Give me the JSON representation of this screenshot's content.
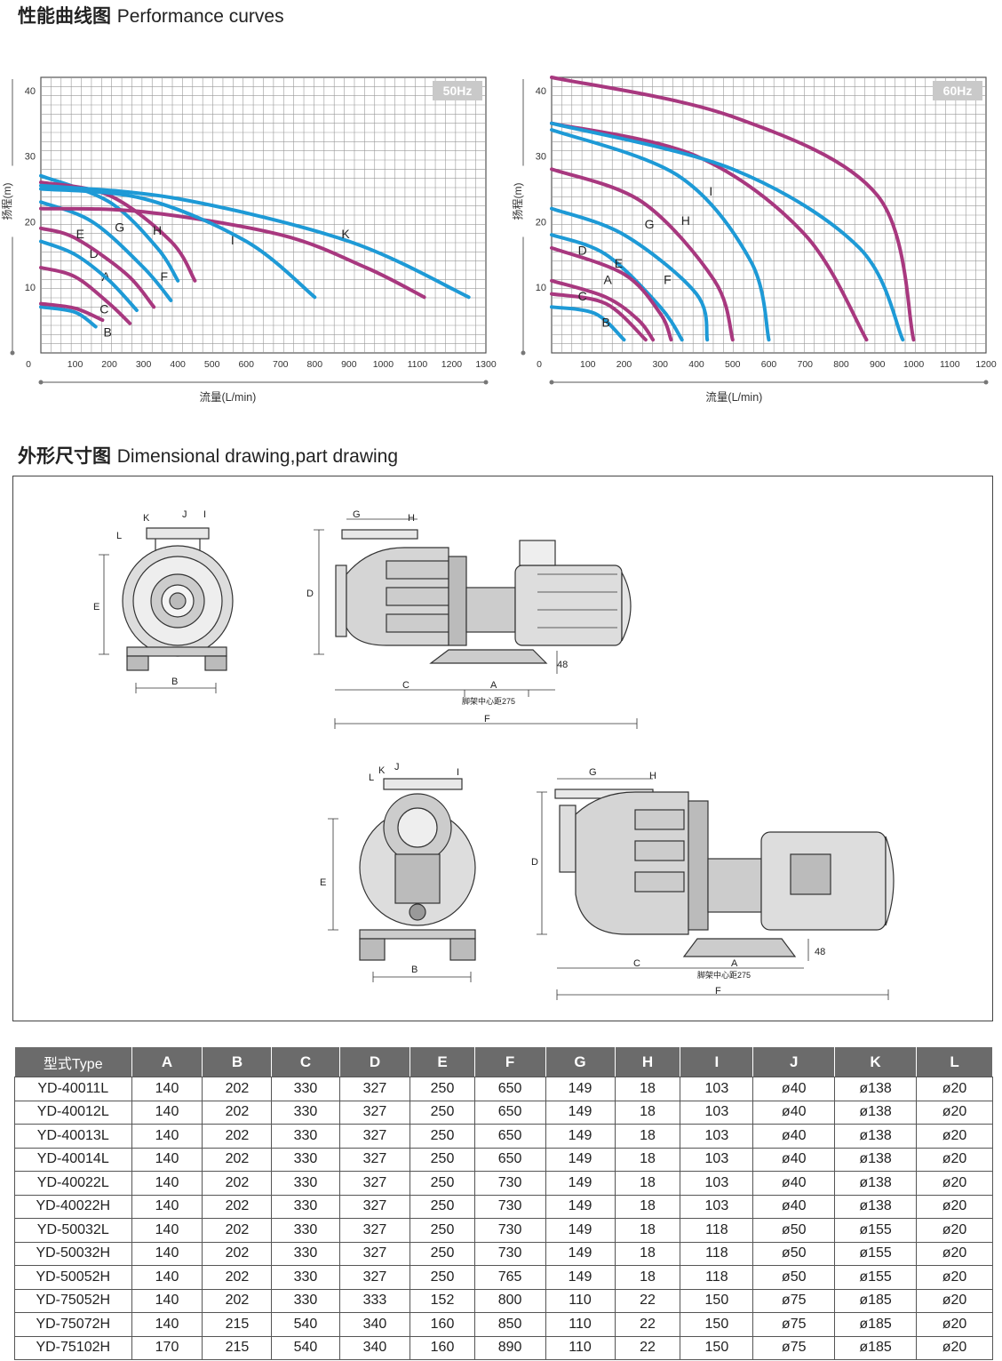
{
  "section1": {
    "zh": "性能曲线图",
    "en": "Performance curves"
  },
  "section2": {
    "zh": "外形尺寸图",
    "en": "Dimensional drawing,part drawing"
  },
  "charts_common": {
    "ylabel": "扬程(m)",
    "xlabel": "流量(L/min)",
    "colors": {
      "blue": "#1e9ad6",
      "magenta": "#a8387f",
      "grid": "#999999",
      "badge": "#c9c9c9"
    }
  },
  "chart_data": [
    {
      "type": "line",
      "badge": "50Hz",
      "xlabel": "流量(L/min)",
      "ylabel": "扬程(m)",
      "xlim": [
        0,
        1300
      ],
      "ylim": [
        0,
        42
      ],
      "xticks": [
        0,
        100,
        200,
        300,
        400,
        500,
        600,
        700,
        800,
        900,
        1000,
        1100,
        1200,
        1300
      ],
      "yticks": [
        10,
        20,
        30,
        40
      ],
      "series": [
        {
          "name": "A",
          "color": "magenta",
          "points": [
            [
              0,
              13
            ],
            [
              100,
              11.6
            ],
            [
              200,
              7.5
            ],
            [
              260,
              4.5
            ]
          ],
          "label_at": [
            190,
            11
          ]
        },
        {
          "name": "B",
          "color": "blue",
          "points": [
            [
              0,
              7
            ],
            [
              100,
              6.2
            ],
            [
              160,
              4
            ]
          ],
          "label_at": [
            195,
            2.5
          ]
        },
        {
          "name": "C",
          "color": "magenta",
          "points": [
            [
              0,
              7.5
            ],
            [
              100,
              6.8
            ],
            [
              180,
              5
            ]
          ],
          "label_at": [
            185,
            6
          ]
        },
        {
          "name": "D",
          "color": "blue",
          "points": [
            [
              0,
              17
            ],
            [
              100,
              15
            ],
            [
              200,
              11
            ],
            [
              280,
              6.5
            ]
          ],
          "label_at": [
            155,
            14.5
          ]
        },
        {
          "name": "E",
          "color": "magenta",
          "points": [
            [
              0,
              19
            ],
            [
              100,
              17.5
            ],
            [
              250,
              12
            ],
            [
              330,
              7
            ]
          ],
          "label_at": [
            115,
            17.5
          ]
        },
        {
          "name": "F",
          "color": "blue",
          "points": [
            [
              0,
              23
            ],
            [
              150,
              20
            ],
            [
              300,
              13
            ],
            [
              380,
              8
            ]
          ],
          "label_at": [
            360,
            11
          ]
        },
        {
          "name": "G",
          "color": "blue",
          "points": [
            [
              0,
              27
            ],
            [
              200,
              23
            ],
            [
              340,
              16
            ],
            [
              400,
              11
            ]
          ],
          "label_at": [
            230,
            18.5
          ]
        },
        {
          "name": "H",
          "color": "magenta",
          "points": [
            [
              0,
              26
            ],
            [
              200,
              24
            ],
            [
              380,
              17
            ],
            [
              450,
              11
            ]
          ],
          "label_at": [
            340,
            18
          ]
        },
        {
          "name": "I",
          "color": "magenta",
          "points": [
            [
              0,
              22
            ],
            [
              300,
              21.5
            ],
            [
              700,
              18
            ],
            [
              950,
              13
            ],
            [
              1120,
              8.5
            ]
          ],
          "label_at": [
            560,
            16.5
          ]
        },
        {
          "name": "I2",
          "color": "blue",
          "points": [
            [
              0,
              25
            ],
            [
              300,
              23.5
            ],
            [
              600,
              17
            ],
            [
              800,
              8.5
            ]
          ],
          "label_at": null
        },
        {
          "name": "K",
          "color": "blue",
          "points": [
            [
              0,
              25.5
            ],
            [
              400,
              23.5
            ],
            [
              900,
              17
            ],
            [
              1250,
              8.5
            ]
          ],
          "label_at": [
            890,
            17.5
          ]
        }
      ]
    },
    {
      "type": "line",
      "badge": "60Hz",
      "xlabel": "流量(L/min)",
      "ylabel": "扬程(m)",
      "xlim": [
        0,
        1200
      ],
      "ylim": [
        0,
        42
      ],
      "xticks": [
        0,
        100,
        200,
        300,
        400,
        500,
        600,
        700,
        800,
        900,
        1000,
        1100,
        1200
      ],
      "yticks": [
        10,
        20,
        30,
        40
      ],
      "series": [
        {
          "name": "A",
          "color": "magenta",
          "points": [
            [
              0,
              11
            ],
            [
              150,
              8.5
            ],
            [
              240,
              5
            ],
            [
              280,
              2
            ]
          ],
          "label_at": [
            155,
            10.5
          ]
        },
        {
          "name": "B",
          "color": "blue",
          "points": [
            [
              0,
              7
            ],
            [
              120,
              6
            ],
            [
              200,
              2
            ]
          ],
          "label_at": [
            150,
            4
          ]
        },
        {
          "name": "C",
          "color": "magenta",
          "points": [
            [
              0,
              9
            ],
            [
              150,
              7.5
            ],
            [
              260,
              2
            ]
          ],
          "label_at": [
            85,
            8
          ]
        },
        {
          "name": "D",
          "color": "blue",
          "points": [
            [
              0,
              18
            ],
            [
              150,
              15
            ],
            [
              300,
              7
            ],
            [
              360,
              2
            ]
          ],
          "label_at": [
            85,
            15
          ]
        },
        {
          "name": "E",
          "color": "magenta",
          "points": [
            [
              0,
              16
            ],
            [
              200,
              12
            ],
            [
              300,
              6
            ],
            [
              330,
              2
            ]
          ],
          "label_at": [
            185,
            13
          ]
        },
        {
          "name": "F",
          "color": "blue",
          "points": [
            [
              0,
              22
            ],
            [
              200,
              18
            ],
            [
              400,
              9
            ],
            [
              430,
              2
            ]
          ],
          "label_at": [
            320,
            10.5
          ]
        },
        {
          "name": "G",
          "color": "magenta",
          "points": [
            [
              0,
              28
            ],
            [
              250,
              23
            ],
            [
              450,
              11
            ],
            [
              500,
              2
            ]
          ],
          "label_at": [
            270,
            19
          ]
        },
        {
          "name": "H",
          "color": "blue",
          "points": [
            [
              0,
              34
            ],
            [
              350,
              27
            ],
            [
              550,
              14
            ],
            [
              600,
              2
            ]
          ],
          "label_at": [
            370,
            19.5
          ]
        },
        {
          "name": "I",
          "color": "magenta",
          "points": [
            [
              0,
              35
            ],
            [
              400,
              30
            ],
            [
              700,
              18
            ],
            [
              870,
              2
            ]
          ],
          "label_at": [
            440,
            24
          ]
        },
        {
          "name": "J",
          "color": "blue",
          "points": [
            [
              0,
              35
            ],
            [
              500,
              28
            ],
            [
              850,
              16
            ],
            [
              970,
              2
            ]
          ],
          "label_at": null
        },
        {
          "name": "K",
          "color": "magenta",
          "points": [
            [
              0,
              42
            ],
            [
              500,
              36
            ],
            [
              900,
              24
            ],
            [
              1000,
              2
            ]
          ],
          "label_at": null
        }
      ]
    }
  ],
  "drawing": {
    "labels": {
      "K": "K",
      "J": "J",
      "I": "I",
      "L": "L",
      "E": "E",
      "B": "B",
      "G": "G",
      "H": "H",
      "D": "D",
      "C": "C",
      "A": "A",
      "F": "F",
      "dim48": "48",
      "foot": "脚架中心距275"
    }
  },
  "table": {
    "headers": [
      "型式Type",
      "A",
      "B",
      "C",
      "D",
      "E",
      "F",
      "G",
      "H",
      "I",
      "J",
      "K",
      "L"
    ],
    "rows": [
      [
        "YD-40011L",
        "140",
        "202",
        "330",
        "327",
        "250",
        "650",
        "149",
        "18",
        "103",
        "ø40",
        "ø138",
        "ø20"
      ],
      [
        "YD-40012L",
        "140",
        "202",
        "330",
        "327",
        "250",
        "650",
        "149",
        "18",
        "103",
        "ø40",
        "ø138",
        "ø20"
      ],
      [
        "YD-40013L",
        "140",
        "202",
        "330",
        "327",
        "250",
        "650",
        "149",
        "18",
        "103",
        "ø40",
        "ø138",
        "ø20"
      ],
      [
        "YD-40014L",
        "140",
        "202",
        "330",
        "327",
        "250",
        "650",
        "149",
        "18",
        "103",
        "ø40",
        "ø138",
        "ø20"
      ],
      [
        "YD-40022L",
        "140",
        "202",
        "330",
        "327",
        "250",
        "730",
        "149",
        "18",
        "103",
        "ø40",
        "ø138",
        "ø20"
      ],
      [
        "YD-40022H",
        "140",
        "202",
        "330",
        "327",
        "250",
        "730",
        "149",
        "18",
        "103",
        "ø40",
        "ø138",
        "ø20"
      ],
      [
        "YD-50032L",
        "140",
        "202",
        "330",
        "327",
        "250",
        "730",
        "149",
        "18",
        "118",
        "ø50",
        "ø155",
        "ø20"
      ],
      [
        "YD-50032H",
        "140",
        "202",
        "330",
        "327",
        "250",
        "730",
        "149",
        "18",
        "118",
        "ø50",
        "ø155",
        "ø20"
      ],
      [
        "YD-50052H",
        "140",
        "202",
        "330",
        "327",
        "250",
        "765",
        "149",
        "18",
        "118",
        "ø50",
        "ø155",
        "ø20"
      ],
      [
        "YD-75052H",
        "140",
        "202",
        "330",
        "333",
        "152",
        "800",
        "110",
        "22",
        "150",
        "ø75",
        "ø185",
        "ø20"
      ],
      [
        "YD-75072H",
        "140",
        "215",
        "540",
        "340",
        "160",
        "850",
        "110",
        "22",
        "150",
        "ø75",
        "ø185",
        "ø20"
      ],
      [
        "YD-75102H",
        "170",
        "215",
        "540",
        "340",
        "160",
        "890",
        "110",
        "22",
        "150",
        "ø75",
        "ø185",
        "ø20"
      ]
    ]
  }
}
